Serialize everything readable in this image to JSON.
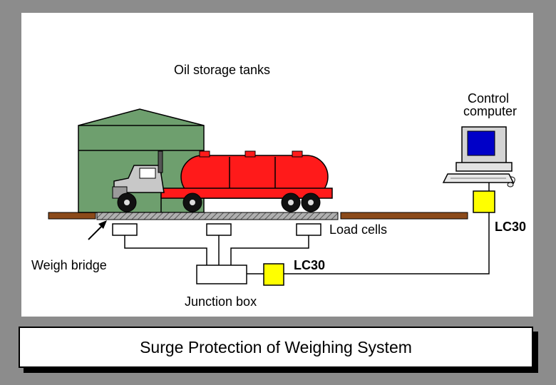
{
  "diagram": {
    "labels": {
      "oil_storage_tanks": "Oil storage tanks",
      "control_computer_line1": "Control",
      "control_computer_line2": "computer",
      "load_cells": "Load cells",
      "weigh_bridge": "Weigh bridge",
      "junction_box": "Junction box",
      "lc30_upper": "LC30",
      "lc30_lower": "LC30"
    },
    "title": "Surge Protection of Weighing System",
    "colors": {
      "background": "#8c8c8c",
      "panel": "#ffffff",
      "building": "#6e9f6e",
      "truck_cab": "#c8c8c8",
      "tanker": "#ff1a1a",
      "ground": "#8b4a1a",
      "weigh_bridge": "#9a9a9a",
      "surge_protector": "#ffff00",
      "monitor_screen": "#0000c8"
    }
  }
}
